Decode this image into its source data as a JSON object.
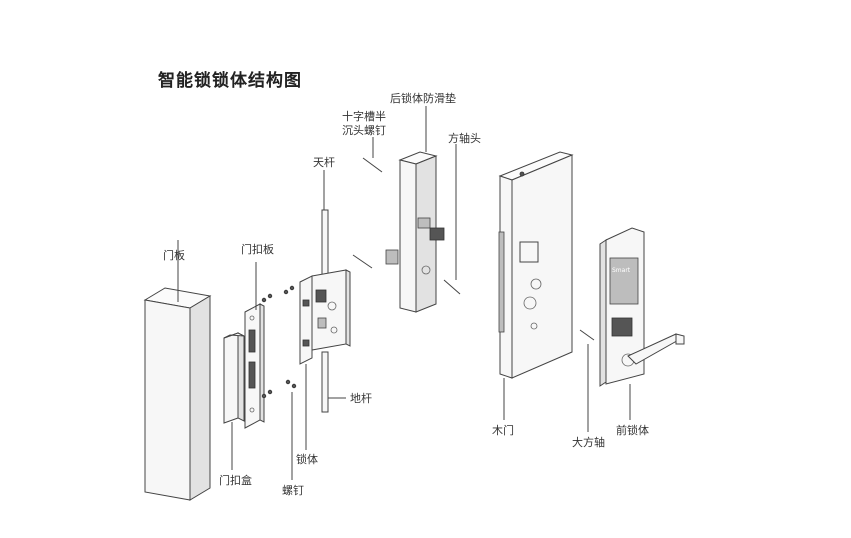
{
  "title": "智能锁锁体结构图",
  "labels": {
    "door_panel": "门板",
    "strike_plate": "门扣板",
    "strike_box": "门扣盒",
    "screw": "螺钉",
    "lock_body": "锁体",
    "top_rod": "天杆",
    "bottom_rod": "地杆",
    "cross_screw_line1": "十字槽半",
    "cross_screw_line2": "沉头螺钉",
    "rear_anti_slip": "后锁体防滑垫",
    "square_shaft_head": "方轴头",
    "wood_door": "木门",
    "big_square_shaft": "大方轴",
    "front_lock_body": "前锁体"
  },
  "front_brand": "Smart"
}
